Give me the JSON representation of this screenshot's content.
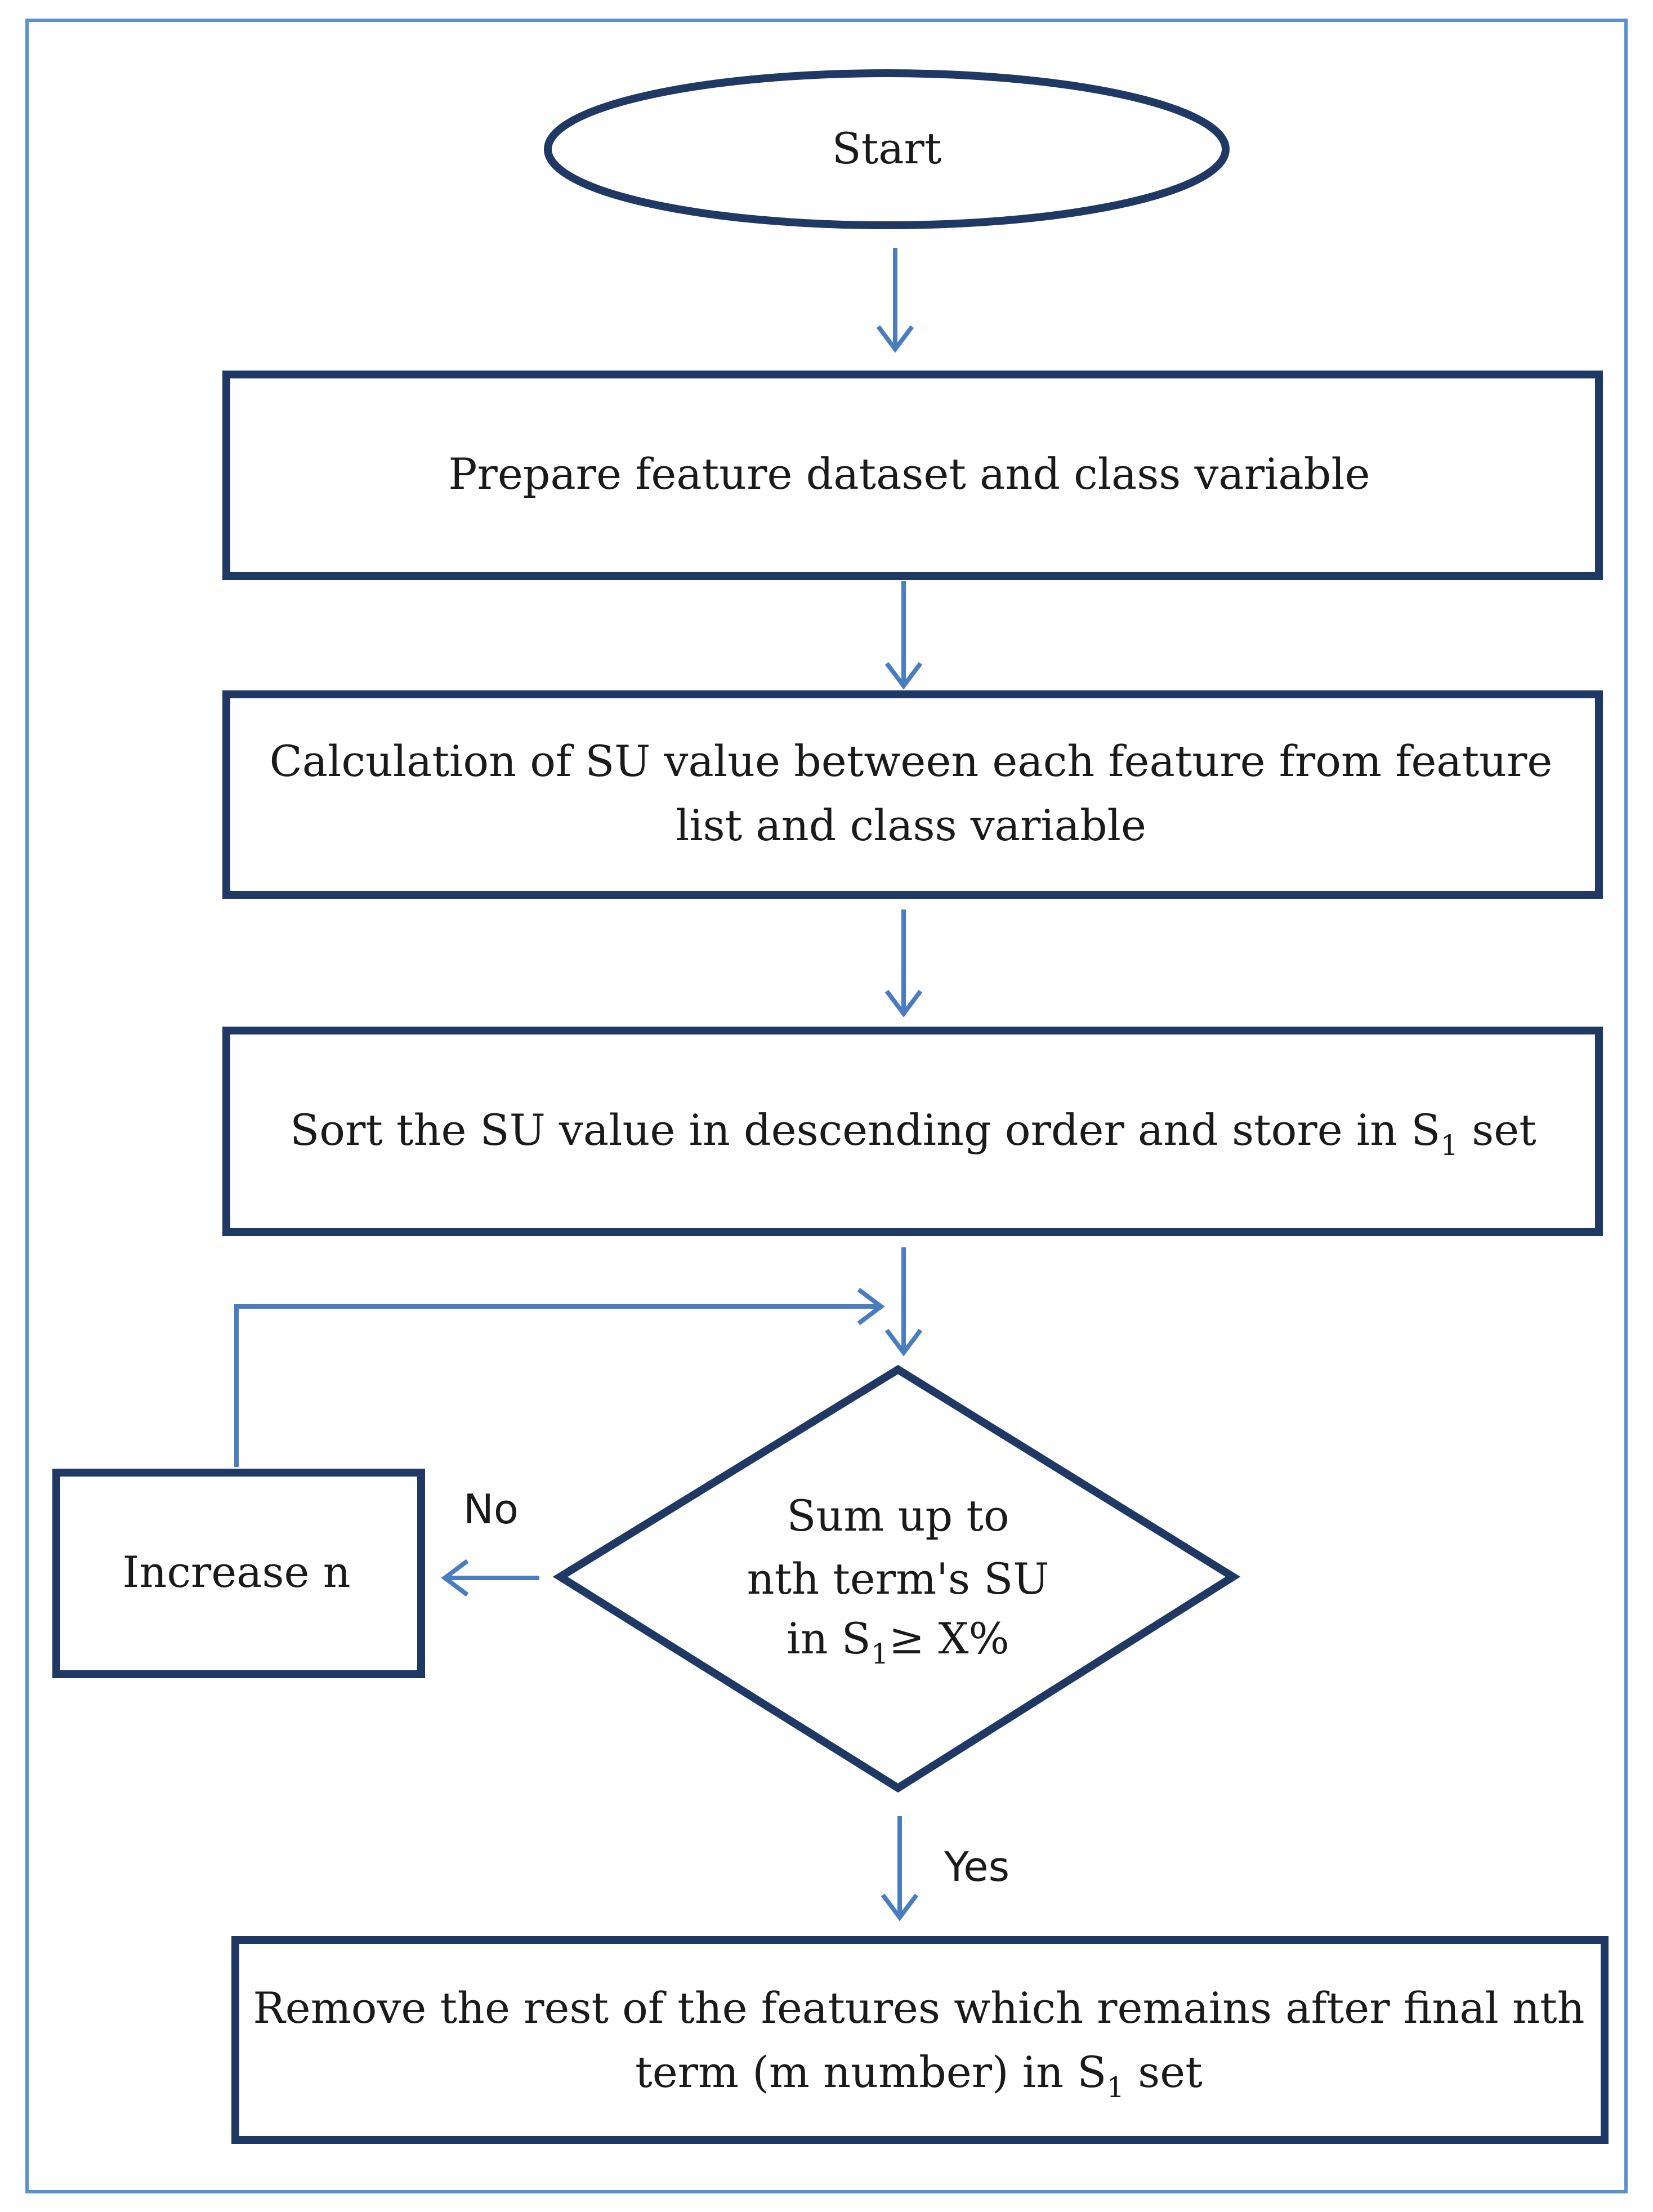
{
  "colors": {
    "frame": "#5b8fd0",
    "shape_outline": "#1f3864",
    "arrow": "#4a7cc0",
    "text": "#1a1a1a"
  },
  "nodes": {
    "start": "Start",
    "prepare": "Prepare feature dataset and class variable",
    "calculation_line1": "Calculation of SU value between each feature from feature",
    "calculation_line2": "list and class variable",
    "sort_prefix": "Sort the SU value in descending order and store in S",
    "sort_sub": "1",
    "sort_suffix": " set",
    "decision_line1": "Sum up to",
    "decision_line2": "nth term's SU",
    "decision_line3_prefix": "in S",
    "decision_line3_sub": "1",
    "decision_line3_suffix": "≥ X%",
    "increase": "Increase n",
    "remove_line1": "Remove the rest of the features which remains after  final nth",
    "remove_line2_prefix": "term (m number) in S",
    "remove_line2_sub": "1",
    "remove_line2_suffix": " set"
  },
  "edges": {
    "no_label": "No",
    "yes_label": "Yes"
  }
}
